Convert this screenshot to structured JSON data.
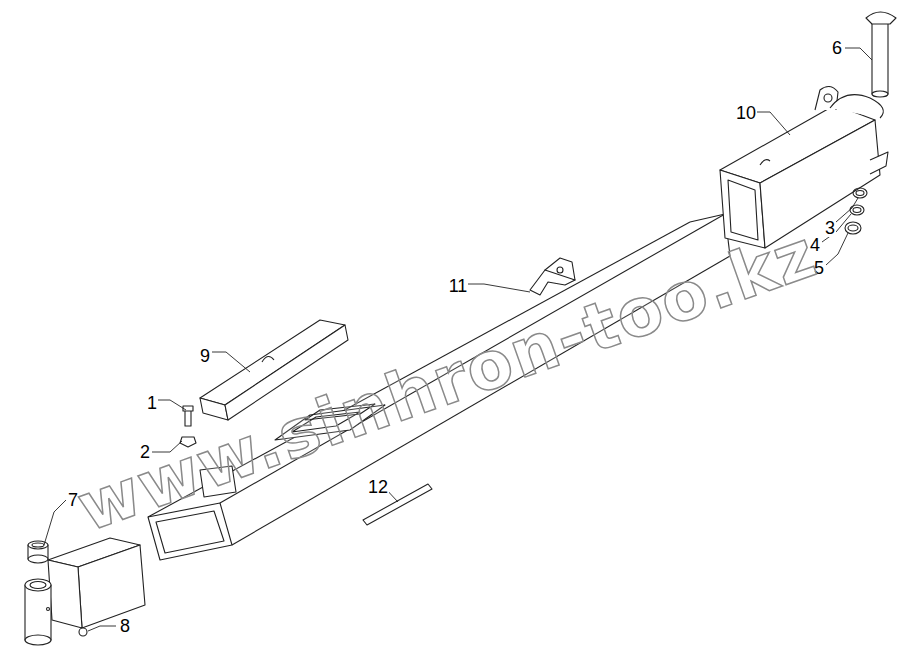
{
  "diagram": {
    "labels": [
      "1",
      "2",
      "3",
      "4",
      "5",
      "6",
      "7",
      "8",
      "9",
      "10",
      "11",
      "12",
      "www.sinhron-too.kz"
    ]
  }
}
